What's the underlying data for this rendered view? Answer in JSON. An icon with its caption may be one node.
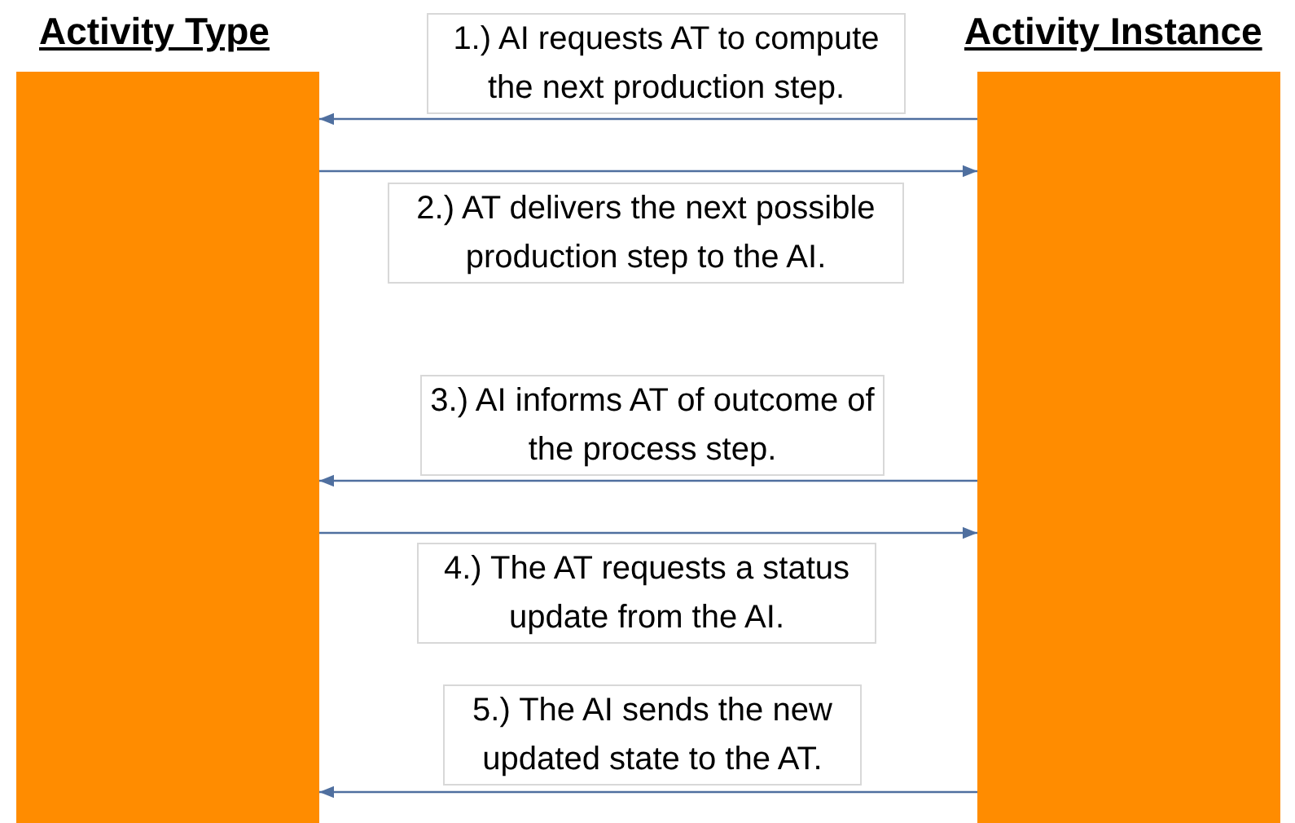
{
  "diagram": {
    "nodes": [
      {
        "text": [
          "Activity Type"
        ]
      },
      {
        "text": [
          "Activity Instance"
        ]
      }
    ],
    "edges": [
      {
        "from": 1,
        "to": 0,
        "arrow": "to",
        "label": "1.) AI requests AT to compute the next production step."
      },
      {
        "from": 0,
        "to": 1,
        "arrow": "to",
        "label": "2.) AT delivers the next possible production step to the AI."
      },
      {
        "from": 1,
        "to": 0,
        "arrow": "to",
        "label": "3.) AI informs AT of outcome of the process step."
      },
      {
        "from": 0,
        "to": 1,
        "arrow": "to",
        "label": "4.) The AT requests a status update from the AI."
      },
      {
        "from": 1,
        "to": 0,
        "arrow": "to",
        "label": "5.) The AI sends the new updated state to the AT."
      }
    ]
  }
}
